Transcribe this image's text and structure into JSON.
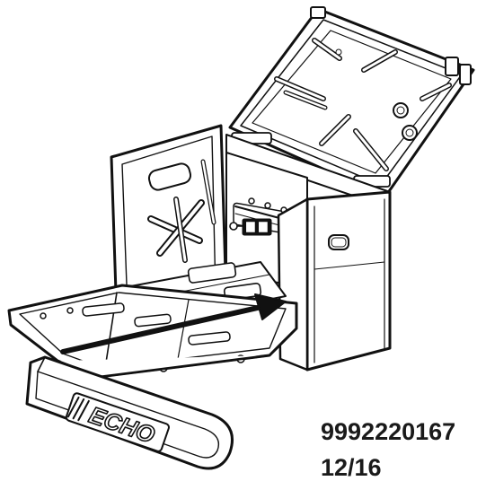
{
  "document": {
    "part_number": "9992220167",
    "revision": "12/16"
  },
  "illustration": {
    "subject": "opened carrying case with chain guard scabbard",
    "logo": {
      "text": "ECHO",
      "style": "outlined italic brand logotype"
    },
    "arrow": {
      "icon": "insert-arrow-icon",
      "color": "#111111"
    },
    "line_color": "#111111",
    "fill_color": "#ffffff"
  }
}
